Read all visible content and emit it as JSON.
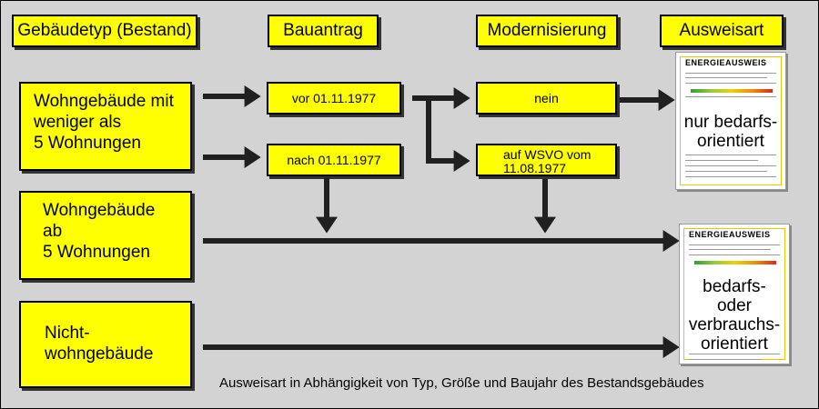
{
  "headers": {
    "gebaeudetyp": "Gebäudetyp (Bestand)",
    "bauantrag": "Bauantrag",
    "modernisierung": "Modernisierung",
    "ausweisart": "Ausweisart"
  },
  "building_types": {
    "wohn_lt5": "Wohngebäude mit\nweniger als\n5 Wohnungen",
    "wohn_ge5": "Wohngebäude\nab\n5 Wohnungen",
    "nichtwohn": "Nicht-\nwohngebäude"
  },
  "bauantrag": {
    "vor": "vor 01.11.1977",
    "nach": "nach 01.11.1977"
  },
  "modernisierung": {
    "nein": "nein",
    "wsvo": "auf WSVO vom\n11.08.1977"
  },
  "ausweise": {
    "doc_title": "ENERGIEAUSWEIS",
    "bedarf": "nur bedarfs-\norientiert",
    "bedarf_verbrauch": "bedarfs-\noder\nverbrauchs-\norientiert"
  },
  "caption": "Ausweisart in Abhängigkeit von Typ, Größe und Baujahr des Bestandsgebäudes",
  "colors": {
    "box_fill": "#ffff00",
    "background": "#d3d3d3",
    "arrow": "#202020"
  }
}
